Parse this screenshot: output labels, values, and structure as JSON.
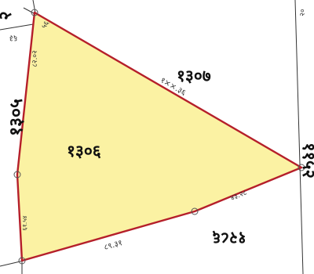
{
  "colors": {
    "parcel_fill": "#fbf2a3",
    "parcel_border": "#b51f2a",
    "line": "#333333",
    "text": "#111111"
  },
  "parcels": {
    "main": "१३०६",
    "north_east": "१३०७",
    "west": "१३०५",
    "south_east": "१२८६",
    "east": "११५२",
    "top_left": "२",
    "top_right_small": "२०"
  },
  "dimensions": {
    "north_east_edge": "१××.३६",
    "west_top": "८२.०२",
    "top_left_edge": "६३",
    "top_corner": "५६",
    "west_bottom": "६१.५४",
    "south_edge": "८९.३१",
    "south_east_edge": "४३.२८"
  }
}
